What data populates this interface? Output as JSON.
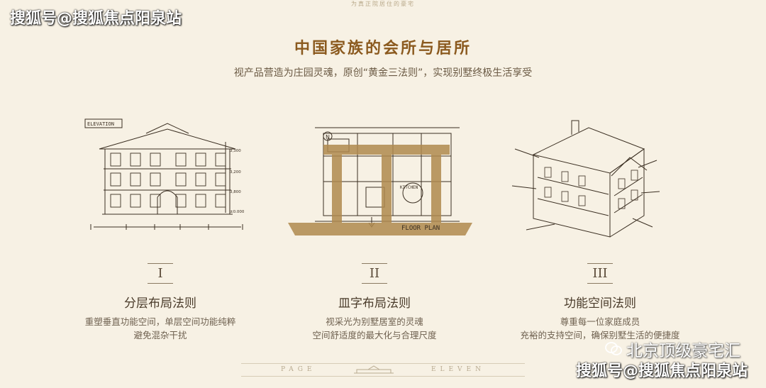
{
  "watermark": {
    "top": "搜狐号@搜狐焦点阳泉站",
    "bottom": "搜狐号@搜狐焦点阳泉站",
    "wechat": "北京顶级豪宅汇"
  },
  "header": {
    "top_line": "为真正院居住的豪宅",
    "title": "中国家族的会所与居所",
    "subtitle": "视产品营造为庄园灵魂，原创“黄金三法则”，实现别墅终极生活享受"
  },
  "sketch_labels": {
    "elevation": "ELEVATION",
    "floor_plan": "FLOOR PLAN",
    "kitchen": "KITCHEN",
    "n": "N"
  },
  "columns": [
    {
      "numeral": "I",
      "title": "分层布局法则",
      "desc1": "重塑垂直功能空间，单层空间功能纯粹",
      "desc2": "避免混杂干扰"
    },
    {
      "numeral": "II",
      "title": "皿字布局法则",
      "desc1": "视采光为别墅居室的灵魂",
      "desc2": "空间舒适度的最大化与合理尺度"
    },
    {
      "numeral": "III",
      "title": "功能空间法则",
      "desc1": "尊重每一位家庭成员",
      "desc2": "充裕的支持空间，确保别墅生活的便捷度"
    }
  ],
  "footer": {
    "left": "PAGE",
    "right": "ELEVEN"
  },
  "colors": {
    "gold": "#b08a4e",
    "title": "#8b5a1f",
    "background": "#f7f1e4"
  }
}
